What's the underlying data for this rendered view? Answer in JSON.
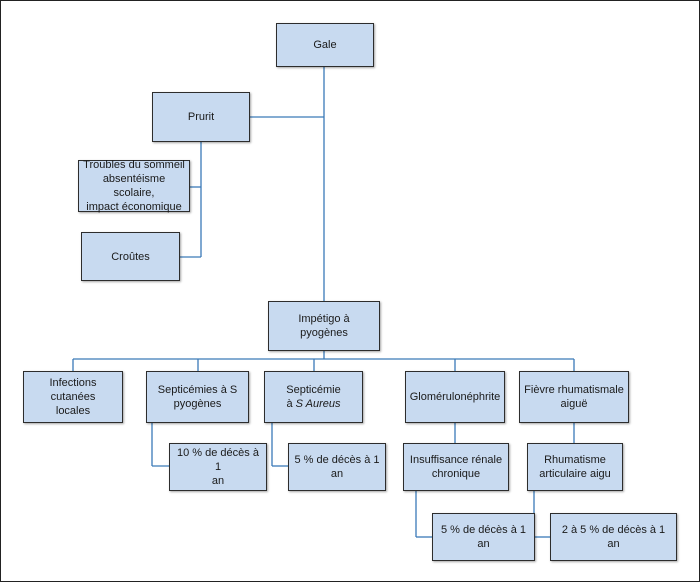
{
  "nodes": {
    "gale": "Gale",
    "prurit": "Prurit",
    "troubles_l1": "Troubles du sommeil",
    "troubles_l2": "absentéisme scolaire,",
    "troubles_l3": "impact économique",
    "croutes": "Croûtes",
    "impetigo": "Impétigo à pyogènes",
    "infections_l1": "Infections cutanées",
    "infections_l2": "locales",
    "septicemies_l1": "Septicémies à S",
    "septicemies_l2": "pyogènes",
    "septicemie_l1": "Septicémie",
    "septicemie_l2a": "à ",
    "septicemie_l2b": "S Aureus",
    "glomerulo": "Glomérulonéphrite",
    "fievre_l1": "Fièvre rhumatismale",
    "fievre_l2": "aiguë",
    "deces10_l1": "10 % de décès à 1",
    "deces10_l2": "an",
    "deces5a_l1": "5 % de décès à 1",
    "deces5a_l2": "an",
    "insuffisance_l1": "Insuffisance rénale",
    "insuffisance_l2": "chronique",
    "rhumatisme_l1": "Rhumatisme",
    "rhumatisme_l2": "articulaire aigu",
    "deces5b": "5 % de décès à 1 an",
    "deces2a5": "2 à 5 % de décès à 1 an"
  }
}
